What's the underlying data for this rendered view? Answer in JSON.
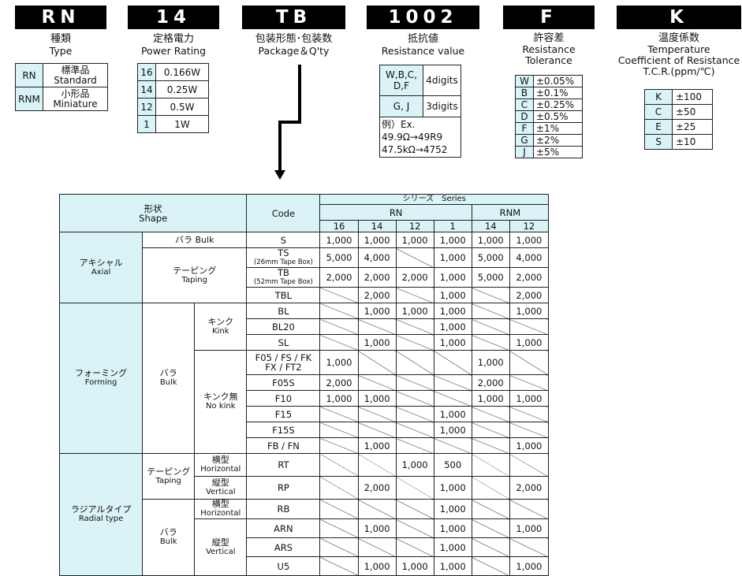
{
  "codes": [
    {
      "code": "RN",
      "jp": "種類",
      "en": "Type"
    },
    {
      "code": "14",
      "jp": "定格電力",
      "en": "Power Rating"
    },
    {
      "code": "TB",
      "jp": "包装形態･包装数",
      "en": "Package＆Q'ty"
    },
    {
      "code": "1002",
      "jp": "抵抗値",
      "en": "Resistance value"
    },
    {
      "code": "F",
      "jp": "許容差",
      "en1": "Resistance",
      "en2": "Tolerance"
    },
    {
      "code": "K",
      "jp": "温度係数",
      "en1": "Temperature",
      "en2": "Coefficient of Resistance",
      "en3": "T.C.R.(ppm/℃)"
    }
  ],
  "type_table": [
    {
      "code": "RN",
      "jp": "標準品",
      "en": "Standard"
    },
    {
      "code": "RNM",
      "jp": "小形品",
      "en": "Miniature"
    }
  ],
  "power_table": [
    {
      "code": "16",
      "val": "0.166W"
    },
    {
      "code": "14",
      "val": "0.25W"
    },
    {
      "code": "12",
      "val": "0.5W"
    },
    {
      "code": "1",
      "val": "1W"
    }
  ],
  "resist_table": {
    "row1_code": "W,B,C,\nD,F",
    "row1_val": "4digits",
    "row2_code": "G, J",
    "row2_val": "3digits",
    "ex1": "例）Ex.",
    "ex2": "49.9Ω→49R9",
    "ex3": "47.5kΩ→4752"
  },
  "tol_table": [
    {
      "code": "W",
      "val": "±0.05%"
    },
    {
      "code": "B",
      "val": "±0.1%"
    },
    {
      "code": "C",
      "val": "±0.25%"
    },
    {
      "code": "D",
      "val": "±0.5%"
    },
    {
      "code": "F",
      "val": "±1%"
    },
    {
      "code": "G",
      "val": "±2%"
    },
    {
      "code": "J",
      "val": "±5%"
    }
  ],
  "tcr_table": [
    {
      "code": "K",
      "val": "±100"
    },
    {
      "code": "C",
      "val": "±50"
    },
    {
      "code": "E",
      "val": "±25"
    },
    {
      "code": "S",
      "val": "±10"
    }
  ],
  "big": {
    "shape_jp": "形状",
    "shape_en": "Shape",
    "code": "Code",
    "series": "シリーズ　Series",
    "rn": "RN",
    "rnm": "RNM",
    "cols": [
      "16",
      "14",
      "12",
      "1",
      "14",
      "12"
    ],
    "axial_jp": "アキシャル",
    "axial_en": "Axial",
    "bara_bulk": "バラ Bulk",
    "taping_jp": "テーピング",
    "taping_en": "Taping",
    "forming_jp": "フォーミング",
    "forming_en": "Forming",
    "bara_jp": "バラ",
    "bulk_en": "Bulk",
    "kink_jp": "キンク",
    "kink_en": "Kink",
    "nokink_jp": "キンク無",
    "nokink_en": "No kink",
    "radial_jp": "ラジアルタイプ",
    "radial_en": "Radial type",
    "horiz_jp": "横型",
    "horiz_en": "Horizontal",
    "vert_jp": "縦型",
    "vert_en": "Vertical",
    "rows": [
      {
        "code": "S",
        "vals": [
          "1,000",
          "1,000",
          "1,000",
          "1,000",
          "1,000",
          "1,000"
        ]
      },
      {
        "code": "TS",
        "sub": "(26mm Tape Box)",
        "vals": [
          "5,000",
          "4,000",
          "",
          "1,000",
          "5,000",
          "4,000"
        ]
      },
      {
        "code": "TB",
        "sub": "(52mm Tape Box)",
        "vals": [
          "2,000",
          "2,000",
          "2,000",
          "1,000",
          "5,000",
          "2,000"
        ]
      },
      {
        "code": "TBL",
        "vals": [
          "",
          "2,000",
          "",
          "1,000",
          "",
          "2,000"
        ]
      },
      {
        "code": "BL",
        "vals": [
          "",
          "1,000",
          "1,000",
          "1,000",
          "",
          "1,000"
        ]
      },
      {
        "code": "BL20",
        "vals": [
          "",
          "",
          "",
          "1,000",
          "",
          ""
        ]
      },
      {
        "code": "SL",
        "vals": [
          "",
          "1,000",
          "",
          "1,000",
          "",
          "1,000"
        ]
      },
      {
        "code": "F05 / FS / FK\nFX / FT2",
        "vals": [
          "1,000",
          "",
          "",
          "",
          "1,000",
          ""
        ]
      },
      {
        "code": "F05S",
        "vals": [
          "2,000",
          "",
          "",
          "",
          "2,000",
          ""
        ]
      },
      {
        "code": "F10",
        "vals": [
          "1,000",
          "1,000",
          "",
          "",
          "1,000",
          "1,000"
        ]
      },
      {
        "code": "F15",
        "vals": [
          "",
          "",
          "",
          "1,000",
          "",
          ""
        ]
      },
      {
        "code": "F15S",
        "vals": [
          "",
          "",
          "",
          "1,000",
          "",
          ""
        ]
      },
      {
        "code": "FB / FN",
        "vals": [
          "",
          "1,000",
          "",
          "",
          "",
          "1,000"
        ]
      },
      {
        "code": "RT",
        "vals": [
          "",
          "",
          "1,000",
          "500",
          "",
          ""
        ]
      },
      {
        "code": "RP",
        "vals": [
          "",
          "2,000",
          "",
          "1,000",
          "",
          "2,000"
        ]
      },
      {
        "code": "RB",
        "vals": [
          "",
          "",
          "",
          "1,000",
          "",
          ""
        ]
      },
      {
        "code": "ARN",
        "vals": [
          "",
          "1,000",
          "",
          "1,000",
          "",
          "1,000"
        ]
      },
      {
        "code": "ARS",
        "vals": [
          "",
          "",
          "",
          "1,000",
          "",
          ""
        ]
      },
      {
        "code": "U5",
        "vals": [
          "",
          "1,000",
          "1,000",
          "1,000",
          "",
          "1,000"
        ]
      }
    ]
  }
}
